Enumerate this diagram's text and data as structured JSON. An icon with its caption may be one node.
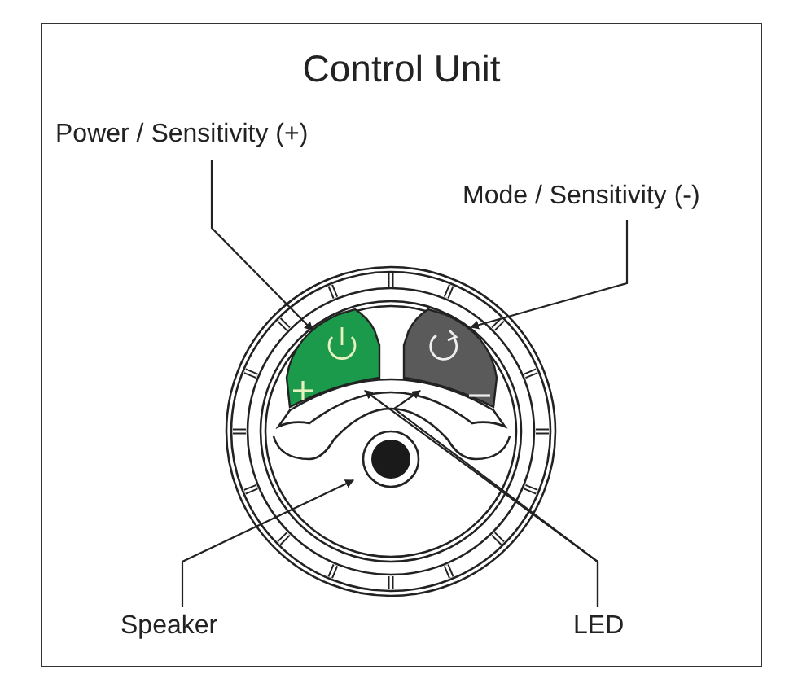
{
  "diagram": {
    "title": "Control Unit",
    "nodes": [
      {
        "text": [
          "Power / Sensitivity (+)"
        ]
      },
      {
        "text": [
          "Mode / Sensitivity (-)"
        ]
      },
      {
        "text": [
          "Speaker"
        ]
      },
      {
        "text": [
          "LED"
        ]
      },
      {
        "text": [],
        "shape": "button"
      },
      {
        "text": [],
        "shape": "button"
      },
      {
        "text": [],
        "shape": "band"
      }
    ],
    "edges": [
      {
        "from": 0,
        "to": 4,
        "arrow": "to"
      },
      {
        "from": 1,
        "to": 5,
        "arrow": "to"
      },
      {
        "from": 2,
        "to": null,
        "arrow": "to"
      },
      {
        "from": 3,
        "to": 6,
        "arrow": "to"
      },
      {
        "from": 3,
        "to": 6,
        "arrow": "to"
      }
    ]
  }
}
